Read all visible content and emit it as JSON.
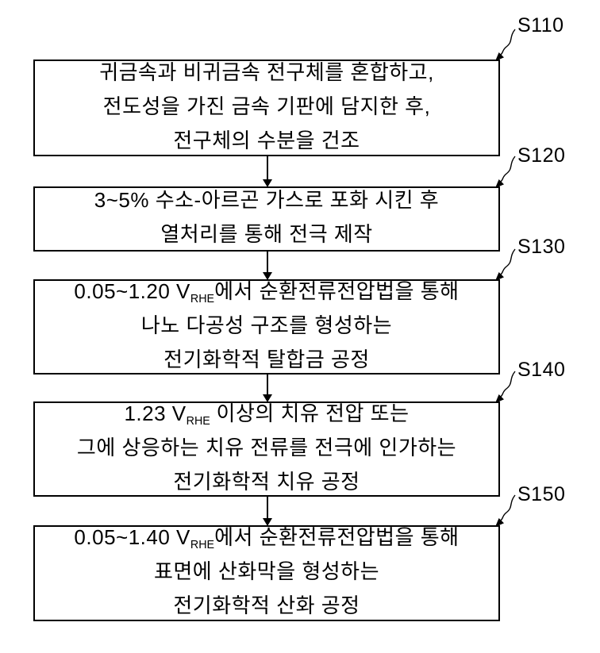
{
  "figure": {
    "background": "#ffffff",
    "line_color": "#000000"
  },
  "steps": [
    {
      "label": "S110",
      "lines": [
        {
          "pre": "귀금속과 비귀금속 전구체를 혼합하고,",
          "sub": "",
          "post": ""
        },
        {
          "pre": "전도성을 가진 금속 기판에 담지한 후,",
          "sub": "",
          "post": ""
        },
        {
          "pre": "전구체의 수분을 건조",
          "sub": "",
          "post": ""
        }
      ]
    },
    {
      "label": "S120",
      "lines": [
        {
          "pre": "3~5% 수소-아르곤 가스로 포화 시킨 후",
          "sub": "",
          "post": ""
        },
        {
          "pre": "열처리를 통해 전극 제작",
          "sub": "",
          "post": ""
        }
      ]
    },
    {
      "label": "S130",
      "lines": [
        {
          "pre": "0.05~1.20 V",
          "sub": "RHE",
          "post": "에서 순환전류전압법을 통해"
        },
        {
          "pre": "나노 다공성 구조를 형성하는",
          "sub": "",
          "post": ""
        },
        {
          "pre": "전기화학적 탈합금 공정",
          "sub": "",
          "post": ""
        }
      ]
    },
    {
      "label": "S140",
      "lines": [
        {
          "pre": "1.23 V",
          "sub": "RHE",
          "post": " 이상의 치유 전압 또는"
        },
        {
          "pre": "그에 상응하는 치유 전류를 전극에 인가하는",
          "sub": "",
          "post": ""
        },
        {
          "pre": "전기화학적 치유 공정",
          "sub": "",
          "post": ""
        }
      ]
    },
    {
      "label": "S150",
      "lines": [
        {
          "pre": "0.05~1.40 V",
          "sub": "RHE",
          "post": "에서 순환전류전압법을 통해"
        },
        {
          "pre": "표면에 산화막을 형성하는",
          "sub": "",
          "post": ""
        },
        {
          "pre": "전기화학적 산화 공정",
          "sub": "",
          "post": ""
        }
      ]
    }
  ]
}
